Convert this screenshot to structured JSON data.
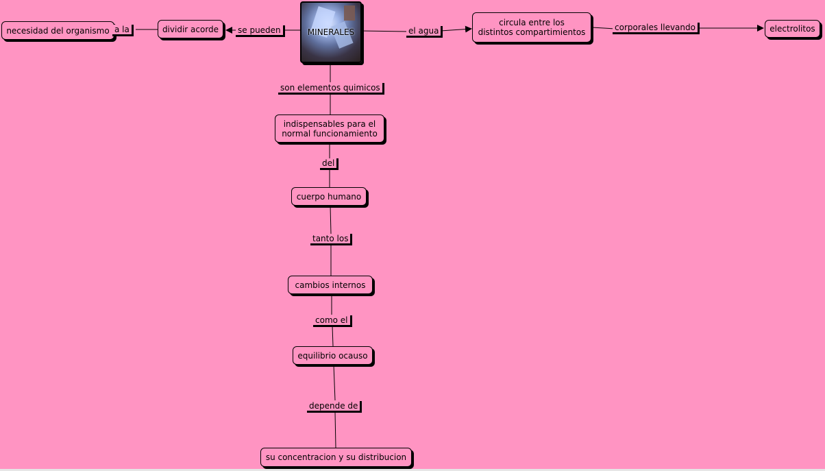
{
  "colors": {
    "background": "#ff94c2",
    "line": "#000000"
  },
  "diagram": {
    "central": {
      "label": "MINERALES",
      "image": "mineral-crystal-photo"
    },
    "nodes": {
      "necesidad": "necesidad del organismo",
      "dividir": "dividir acorde",
      "circula": "circula entre los\ndistintos compartimientos",
      "electrolitos": "electrolitos",
      "indispensables": "indispensables para el\nnormal funcionamiento",
      "cuerpo": "cuerpo humano",
      "cambios": "cambios internos",
      "equilibrio": "equilibrio ocauso",
      "concentracion": "su concentracion y su distribucion"
    },
    "links": {
      "a_la": "a la",
      "se_pueden": "se pueden",
      "el_agua": "el agua",
      "corporales": "corporales llevando",
      "son_elementos": "son elementos quimicos",
      "del": "del",
      "tanto_los": "tanto los",
      "como_el": "como el",
      "depende_de": "depende de"
    }
  }
}
